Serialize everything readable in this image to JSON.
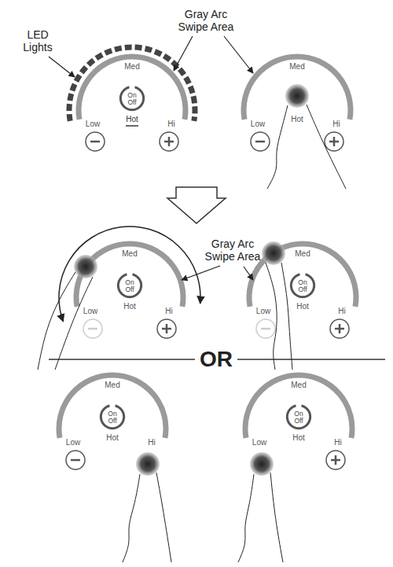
{
  "diagram": {
    "nodes": [
      {
        "text": [
          "On Off"
        ]
      },
      {
        "text": [
          "On Off"
        ]
      },
      {
        "text": [
          "On Off"
        ]
      },
      {
        "text": [
          "On Off"
        ]
      },
      {
        "text": [
          "On Off"
        ]
      }
    ],
    "labels": [
      "LED Lights",
      "Gray Arc Swipe Area",
      "Med",
      "Low",
      "Hot",
      "Hi",
      "Med",
      "Low",
      "Hot",
      "Hi",
      "Gray Arc Swipe Area",
      "Med",
      "Low",
      "Hot",
      "Hi",
      "Med",
      "Low",
      "Hot",
      "Hi",
      "OR",
      "Med",
      "Low",
      "Hot",
      "Hi",
      "Med",
      "Low",
      "Hot",
      "Hi"
    ]
  }
}
